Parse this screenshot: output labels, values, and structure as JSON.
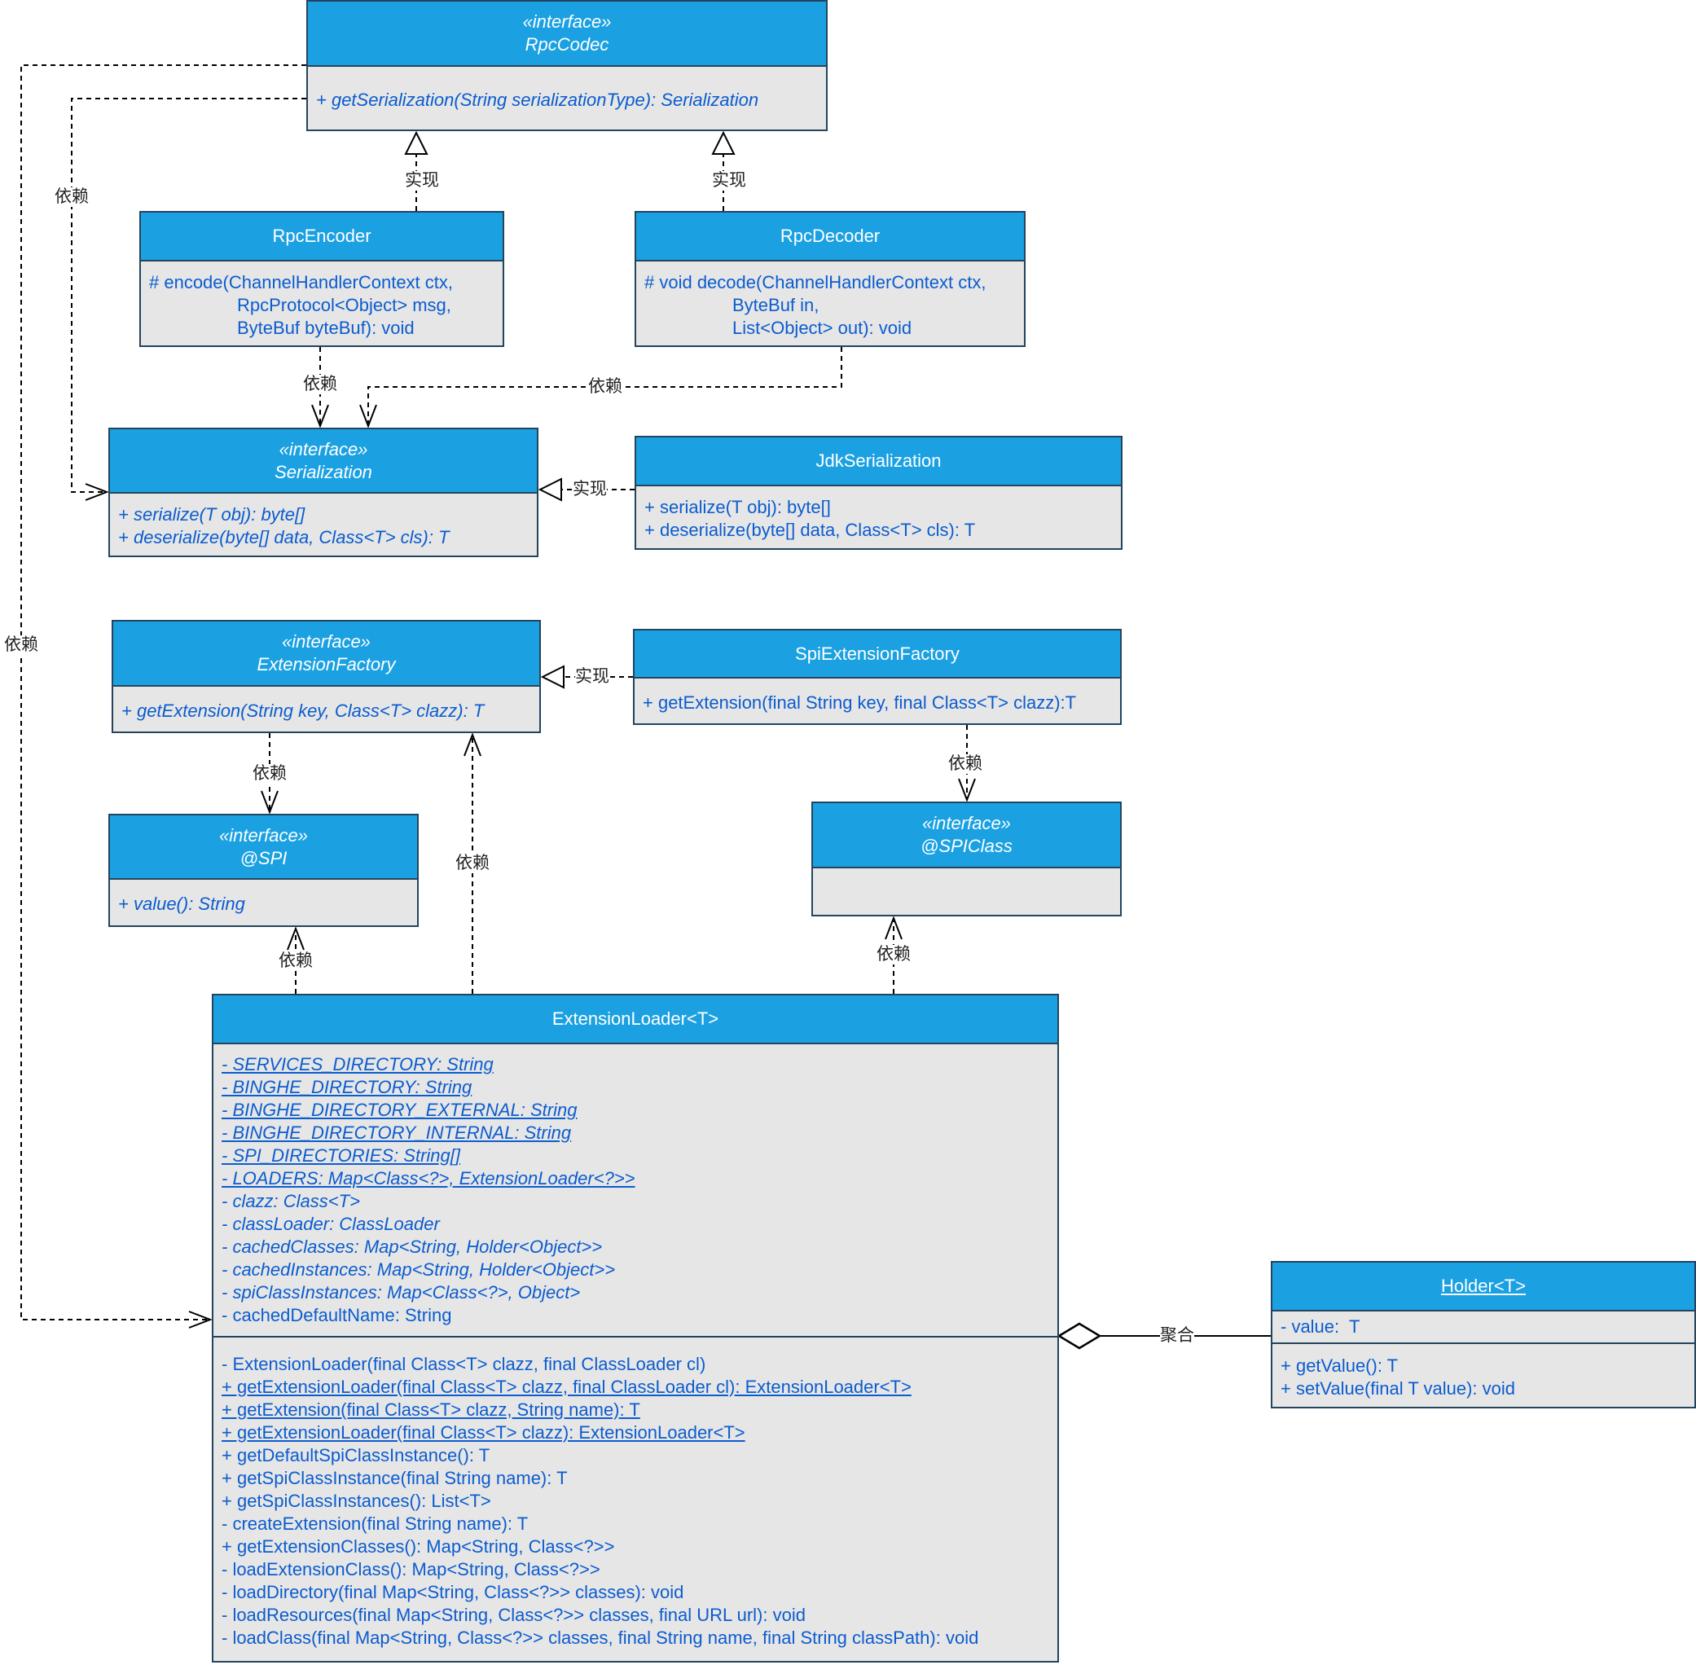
{
  "colors": {
    "header": "#1ba1e2",
    "border": "#23445d",
    "body": "#e6e6e6",
    "member_text": "#0b5ccf"
  },
  "classes": [
    {
      "id": "rpccodec",
      "stereotype": "«interface»",
      "name": "RpcCodec",
      "italic": true,
      "sections": [
        [
          {
            "text": "+ getSerialization(String serializationType): Serialization",
            "italic": true
          }
        ]
      ]
    },
    {
      "id": "rpcencoder",
      "name": "RpcEncoder",
      "sections": [
        [
          {
            "text": "# encode(ChannelHandlerContext ctx,"
          },
          {
            "text": "RpcProtocol<Object> msg,",
            "indent": true
          },
          {
            "text": "ByteBuf byteBuf): void",
            "indent": true
          }
        ]
      ]
    },
    {
      "id": "rpcdecoder",
      "name": "RpcDecoder",
      "sections": [
        [
          {
            "text": "# void decode(ChannelHandlerContext ctx,"
          },
          {
            "text": "ByteBuf in,",
            "indent": true
          },
          {
            "text": "List<Object> out): void",
            "indent": true
          }
        ]
      ]
    },
    {
      "id": "serialization",
      "stereotype": "«interface»",
      "name": "Serialization",
      "italic": true,
      "sections": [
        [
          {
            "text": "+ serialize(T obj): byte[]",
            "italic": true
          },
          {
            "text": "+ deserialize(byte[] data, Class<T> cls): T",
            "italic": true
          }
        ]
      ]
    },
    {
      "id": "jdkserialization",
      "name": "JdkSerialization",
      "sections": [
        [
          {
            "text": "+ serialize(T obj): byte[]"
          },
          {
            "text": "+ deserialize(byte[] data, Class<T> cls): T"
          }
        ]
      ]
    },
    {
      "id": "extensionfactory",
      "stereotype": "«interface»",
      "name": "ExtensionFactory",
      "italic": true,
      "sections": [
        [
          {
            "text": "+ getExtension(String key, Class<T> clazz): T",
            "italic": true
          }
        ]
      ]
    },
    {
      "id": "spiextensionfactory",
      "name": "SpiExtensionFactory",
      "sections": [
        [
          {
            "text": "+ getExtension(final String key, final Class<T> clazz):T"
          }
        ]
      ]
    },
    {
      "id": "spi",
      "stereotype": "«interface»",
      "name": "@SPI",
      "italic": true,
      "sections": [
        [
          {
            "text": "+ value(): String",
            "italic": true
          }
        ]
      ]
    },
    {
      "id": "spiclass",
      "stereotype": "«interface»",
      "name": "@SPIClass",
      "italic": true,
      "sections": [
        []
      ]
    },
    {
      "id": "extensionloader",
      "name": "ExtensionLoader<T>",
      "sections": [
        [
          {
            "text": "- SERVICES_DIRECTORY: String",
            "italic": true,
            "underline": true
          },
          {
            "text": "- BINGHE_DIRECTORY: String",
            "italic": true,
            "underline": true
          },
          {
            "text": "- BINGHE_DIRECTORY_EXTERNAL: String",
            "italic": true,
            "underline": true
          },
          {
            "text": "- BINGHE_DIRECTORY_INTERNAL: String",
            "italic": true,
            "underline": true
          },
          {
            "text": "- SPI_DIRECTORIES: String[]",
            "italic": true,
            "underline": true
          },
          {
            "text": "- LOADERS: Map<Class<?>, ExtensionLoader<?>>",
            "italic": true,
            "underline": true
          },
          {
            "text": "- clazz: Class<T>",
            "italic": true
          },
          {
            "text": "- classLoader: ClassLoader",
            "italic": true
          },
          {
            "text": "- cachedClasses: Map<String, Holder<Object>>",
            "italic": true
          },
          {
            "text": "- cachedInstances: Map<String, Holder<Object>>",
            "italic": true
          },
          {
            "text": "- spiClassInstances: Map<Class<?>, Object>",
            "italic": true
          },
          {
            "text": "- cachedDefaultName: String"
          }
        ],
        [
          {
            "text": "- ExtensionLoader(final Class<T> clazz, final ClassLoader cl)"
          },
          {
            "text": "+ getExtensionLoader(final Class<T> clazz, final ClassLoader cl): ExtensionLoader<T>",
            "underline": true
          },
          {
            "text": "+ getExtension(final Class<T> clazz, String name): T",
            "underline": true
          },
          {
            "text": "+ getExtensionLoader(final Class<T> clazz): ExtensionLoader<T>",
            "underline": true
          },
          {
            "text": "+ getDefaultSpiClassInstance(): T"
          },
          {
            "text": "+ getSpiClassInstance(final String name): T"
          },
          {
            "text": "+ getSpiClassInstances(): List<T>"
          },
          {
            "text": "- createExtension(final String name): T"
          },
          {
            "text": "+ getExtensionClasses(): Map<String, Class<?>>"
          },
          {
            "text": "- loadExtensionClass(): Map<String, Class<?>>"
          },
          {
            "text": "- loadDirectory(final Map<String, Class<?>> classes): void"
          },
          {
            "text": "- loadResources(final Map<String, Class<?>> classes, final URL url): void"
          },
          {
            "text": "- loadClass(final Map<String, Class<?>> classes, final String name, final String classPath): void"
          }
        ]
      ]
    },
    {
      "id": "holder",
      "name": " Holder<T>",
      "underline_name": true,
      "sections": [
        [
          {
            "text": "- value:  T"
          }
        ],
        [
          {
            "text": "+ getValue(): T"
          },
          {
            "text": "+ setValue(final T value): void"
          }
        ]
      ]
    }
  ],
  "relations": [
    {
      "id": "rpccodec-extensionloader",
      "type": "dependency",
      "label": "依赖"
    },
    {
      "id": "rpccodec-serialization",
      "type": "dependency",
      "label": "依赖"
    },
    {
      "id": "rpcencoder-rpccodec",
      "type": "realization",
      "label": "实现"
    },
    {
      "id": "rpcdecoder-rpccodec",
      "type": "realization",
      "label": "实现"
    },
    {
      "id": "rpcencoder-serialization",
      "type": "dependency",
      "label": "依赖"
    },
    {
      "id": "rpcdecoder-serialization",
      "type": "dependency",
      "label": "依赖"
    },
    {
      "id": "jdkserialization-serialization",
      "type": "realization",
      "label": "实现"
    },
    {
      "id": "spiextensionfactory-extensionfactory",
      "type": "realization",
      "label": "实现"
    },
    {
      "id": "extensionfactory-spi",
      "type": "dependency",
      "label": "依赖"
    },
    {
      "id": "extensionloader-extensionfactory",
      "type": "dependency",
      "label": "依赖"
    },
    {
      "id": "spiextensionfactory-spiclass",
      "type": "dependency",
      "label": "依赖"
    },
    {
      "id": "extensionloader-spi",
      "type": "dependency",
      "label": "依赖"
    },
    {
      "id": "extensionloader-spiclass",
      "type": "dependency",
      "label": "依赖"
    },
    {
      "id": "extensionloader-holder",
      "type": "aggregation",
      "label": "聚合"
    }
  ]
}
